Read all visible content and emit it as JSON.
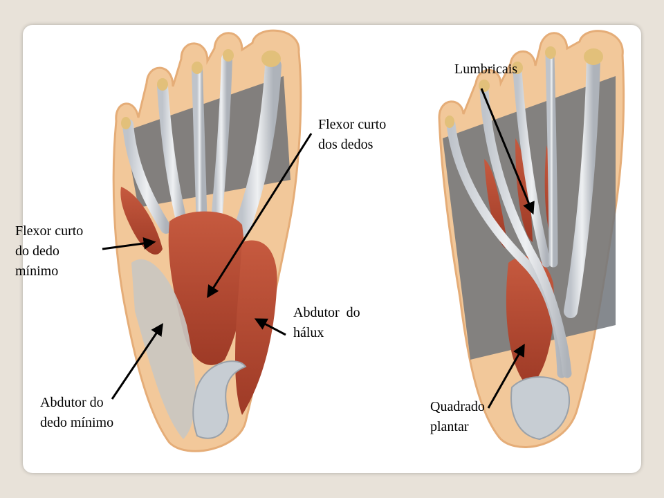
{
  "slide": {
    "background": "#ffffff",
    "frame_color": "#e8e2d9"
  },
  "diagram": {
    "left_figure": "foot-plantar-muscles-superficial",
    "right_figure": "foot-plantar-muscles-second-layer",
    "colors": {
      "muscle": "#b94a34",
      "tendon": "#d7dbe0",
      "skin": "#f2c89a",
      "bone": "#e2c07a"
    },
    "labels": {
      "flexor_curto_dos_dedos": "Flexor curto\ndos dedos",
      "flexor_curto_do_dedo_minimo": "Flexor curto\ndo dedo\nmínimo",
      "abdutor_do_halux": "Abdutor  do\nhálux",
      "abdutor_do_dedo_minimo": "Abdutor do\ndedo mínimo",
      "lumbricais": "Lumbricais",
      "quadrado_plantar": "Quadrado\nplantar"
    }
  }
}
